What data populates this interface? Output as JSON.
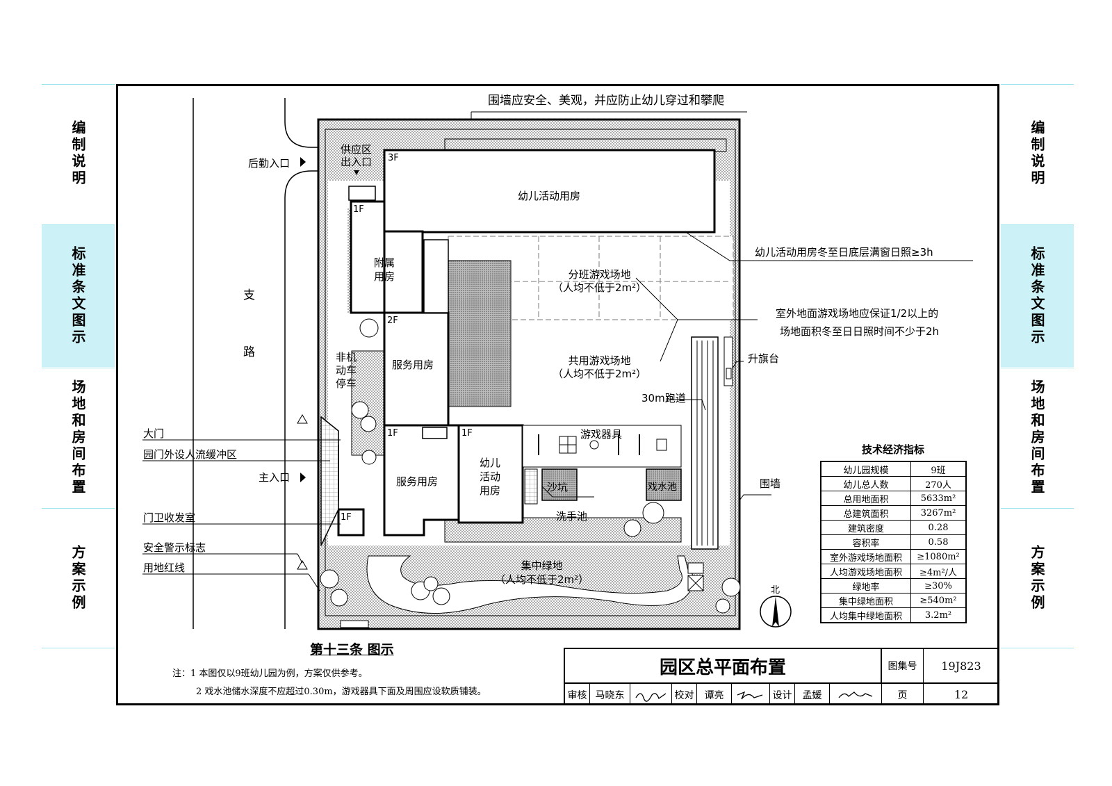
{
  "side_tabs": [
    "编制说明",
    "标准条文图示",
    "场地和房间布置",
    "方案示例"
  ],
  "active_tab_index": 1,
  "colors": {
    "tab_highlight": "#ccf2f8",
    "tab_line": "#9fe3ee",
    "stipple": "#d0d0d0"
  },
  "plan": {
    "fence_note": "围墙应安全、美观，并应防止幼儿穿过和攀爬",
    "road": [
      "支",
      "路"
    ],
    "logistics_entry": "后勤入口",
    "supply_entry": [
      "供应区",
      "出入口"
    ],
    "floors": {
      "f3": "3F",
      "f1": "1F",
      "f2": "2F"
    },
    "buildings": {
      "activity_main": "幼儿活动用房",
      "annex": [
        "附属",
        "用房"
      ],
      "service_upper": "服务用房",
      "service_lower": "服务用房",
      "activity_small": [
        "幼儿",
        "活动",
        "用房"
      ],
      "bike": [
        "非机",
        "动车",
        "停车"
      ]
    },
    "class_play": [
      "分班游戏场地",
      "（人均不低于2m²）"
    ],
    "shared_play": [
      "共用游戏场地",
      "（人均不低于2m²）"
    ],
    "equipment": "游戏器具",
    "sandpit": "沙坑",
    "water_pool": "戏水池",
    "hand_basin": "洗手池",
    "track": "30m跑道",
    "green": [
      "集中绿地",
      "（人均不低于2m²）"
    ],
    "north": "北",
    "callouts": {
      "sunlight": "幼儿活动用房冬至日底层满窗日照≥3h",
      "outdoor_sun_1": "室外地面游戏场地应保证1/2以上的",
      "outdoor_sun_2": "场地面积冬至日日照时间不少于2h",
      "flagpole": "升旗台",
      "wall": "围墙"
    },
    "left_labels": {
      "gate": "大门",
      "buffer": "园门外设人流缓冲区",
      "main_entry": "主入口",
      "guard": "门卫收发室",
      "warning": "安全警示标志",
      "redline": "用地红线"
    }
  },
  "figure_title": "第十三条 图示",
  "notes": [
    "注：1 本图仅以9班幼儿园为例，方案仅供参考。",
    "2 戏水池储水深度不应超过0.30m，游戏器具下面及周围应设软质铺装。"
  ],
  "indicators": {
    "title": "技术经济指标",
    "rows": [
      [
        "幼儿园规模",
        "9班"
      ],
      [
        "幼儿总人数",
        "270人"
      ],
      [
        "总用地面积",
        "5633m²"
      ],
      [
        "总建筑面积",
        "3267m²"
      ],
      [
        "建筑密度",
        "0.28"
      ],
      [
        "容积率",
        "0.58"
      ],
      [
        "室外游戏场地面积",
        "≥1080m²"
      ],
      [
        "人均游戏场地面积",
        "≥4m²/人"
      ],
      [
        "绿地率",
        "≥30%"
      ],
      [
        "集中绿地面积",
        "≥540m²"
      ],
      [
        "人均集中绿地面积",
        "3.2m²"
      ]
    ]
  },
  "title_block": {
    "title": "园区总平面布置",
    "atlas_label": "图集号",
    "atlas_no": "19J823",
    "reviewer_label": "审核",
    "reviewer": "马晓东",
    "checker_label": "校对",
    "checker": "谭亮",
    "designer_label": "设计",
    "designer": "孟媛",
    "page_label": "页",
    "page_no": "12"
  }
}
